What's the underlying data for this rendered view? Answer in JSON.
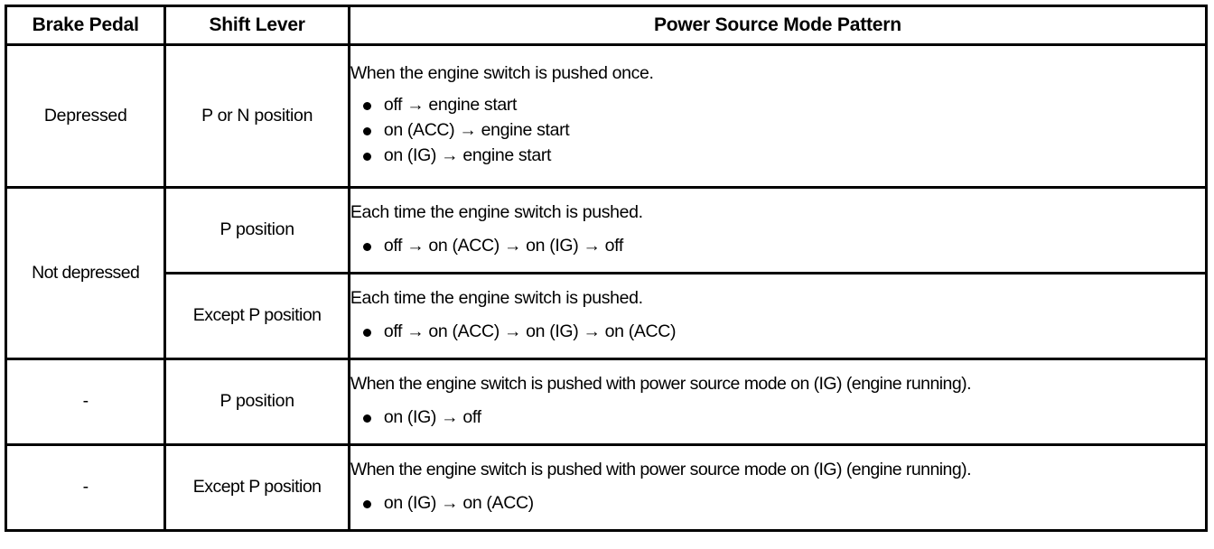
{
  "table": {
    "headers": {
      "brake_pedal": "Brake Pedal",
      "shift_lever": "Shift Lever",
      "pattern": "Power Source Mode Pattern"
    },
    "rows": [
      {
        "brake": "Depressed",
        "shift": "P or N position",
        "lead": "When the engine switch is pushed once.",
        "steps": [
          "off → engine start",
          "on (ACC) → engine start",
          "on (IG) → engine start"
        ]
      },
      {
        "brake": "Not depressed",
        "shift": "P position",
        "lead": "Each time the engine switch is pushed.",
        "steps": [
          "off → on (ACC) → on (IG) → off"
        ]
      },
      {
        "brake": "",
        "shift": "Except P position",
        "lead": "Each time the engine switch is pushed.",
        "steps": [
          "off → on (ACC) → on (IG) → on (ACC)"
        ]
      },
      {
        "brake": "-",
        "shift": "P position",
        "lead": "When the engine switch is pushed with power source mode on (IG) (engine running).",
        "steps": [
          "on (IG) → off"
        ]
      },
      {
        "brake": "-",
        "shift": "Except P position",
        "lead": "When the engine switch is pushed with power source mode on (IG) (engine running).",
        "steps": [
          "on (IG) → on (ACC)"
        ]
      }
    ]
  },
  "colors": {
    "border": "#000000",
    "text": "#000000",
    "background": "#ffffff"
  }
}
